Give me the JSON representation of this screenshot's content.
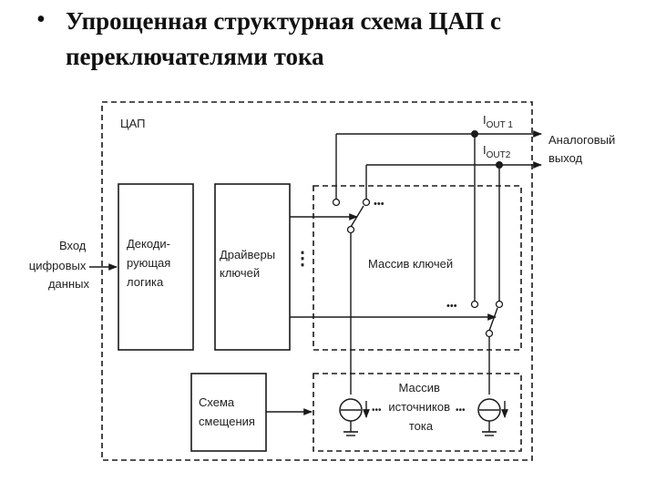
{
  "slide": {
    "bullet": "•",
    "title": "Упрощенная структурная схема ЦАП с переключателями тока"
  },
  "diagram": {
    "dac_label": "ЦАП",
    "input_label": [
      "Вход",
      "цифровых",
      "данных"
    ],
    "decoder_label": [
      "Декоди-",
      "рующая",
      "логика"
    ],
    "drivers_label": [
      "Драйверы",
      "ключей"
    ],
    "switch_array_label": "Массив ключей",
    "bias_label": [
      "Схема",
      "смещения"
    ],
    "current_sources_label": [
      "Массив",
      "источников",
      "тока"
    ],
    "iout1_label": "I",
    "iout1_sub": "OUT 1",
    "iout2_label": "I",
    "iout2_sub": "OUT2",
    "analog_output_label": [
      "Аналоговый",
      "выход"
    ],
    "ellipsis": "•••",
    "dots_vertical": "⋮"
  },
  "colors": {
    "line": "#1a1a1a",
    "background": "#ffffff"
  }
}
